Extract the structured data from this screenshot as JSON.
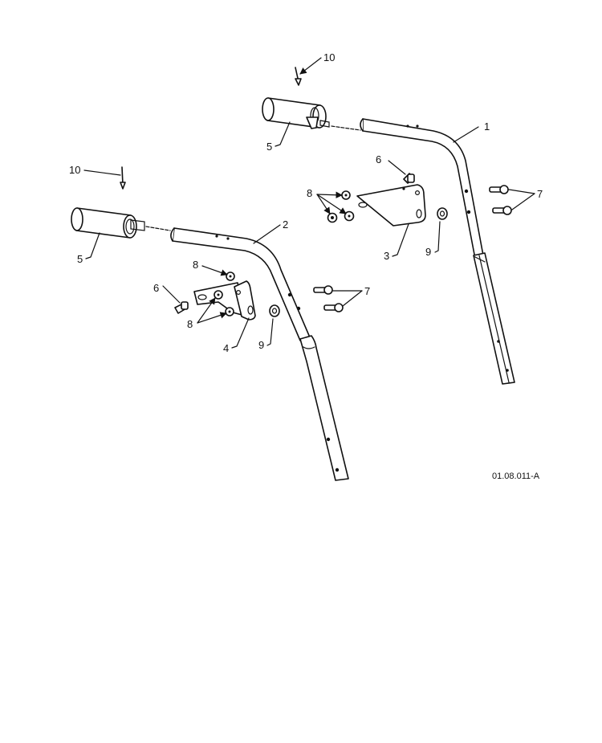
{
  "callouts": {
    "p1": "1",
    "p2": "2",
    "p3": "3",
    "p4": "4",
    "p5_upper": "5",
    "p5_lower": "5",
    "p6_upper": "6",
    "p6_lower": "6",
    "p7_upper": "7",
    "p7_lower": "7",
    "p8_upper": "8",
    "p8_lower_top": "8",
    "p8_lower_bottom": "8",
    "p9_upper": "9",
    "p9_lower": "9",
    "p10_upper": "10",
    "p10_lower": "10"
  },
  "reference_code": "01.08.011-A"
}
